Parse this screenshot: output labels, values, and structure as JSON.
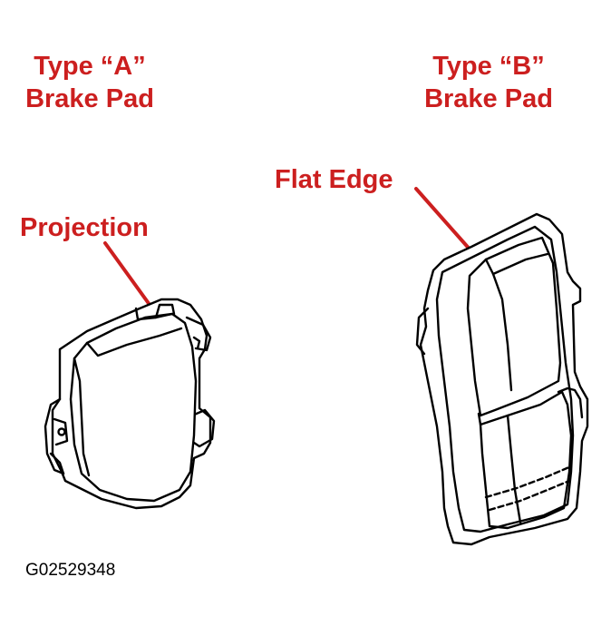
{
  "labels": {
    "type_a_line1": "Type “A”",
    "type_a_line2": "Brake Pad",
    "type_b_line1": "Type “B”",
    "type_b_line2": "Brake Pad",
    "projection": "Projection",
    "flat_edge": "Flat Edge"
  },
  "figure_code": "G02529348",
  "colors": {
    "label_red": "#cc1f1f",
    "line_black": "#000000"
  }
}
